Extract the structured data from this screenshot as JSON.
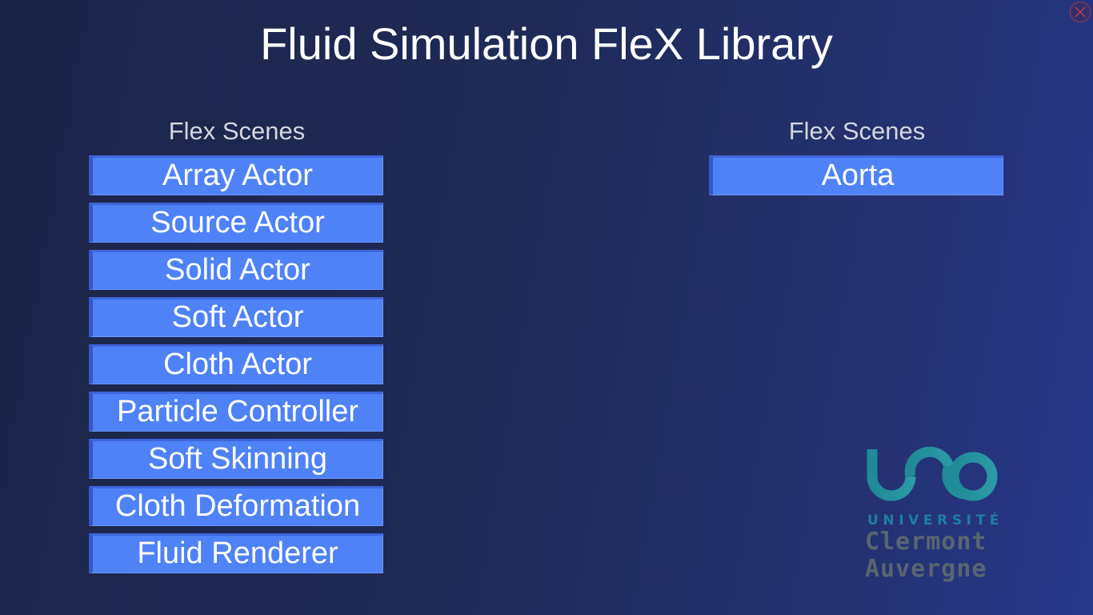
{
  "title": "Fluid Simulation FleX Library",
  "left_panel": {
    "header": "Flex Scenes",
    "buttons": [
      "Array Actor",
      "Source Actor",
      "Solid Actor",
      "Soft Actor",
      "Cloth Actor",
      "Particle Controller",
      "Soft Skinning",
      "Cloth Deformation",
      "Fluid Renderer"
    ]
  },
  "right_panel": {
    "header": "Flex Scenes",
    "buttons": [
      "Aorta"
    ]
  },
  "logo": {
    "mark": "UCA",
    "line1": "UNIVERSITÉ",
    "line2": "Clermont",
    "line3": "Auvergne"
  },
  "icons": {
    "close": "close-icon"
  },
  "colors": {
    "button": "#4f82f7",
    "button_edge": "#3557c9",
    "header_text": "#d4d6de",
    "logo_teal": "#1f8a98",
    "logo_gray": "#5b6472"
  }
}
